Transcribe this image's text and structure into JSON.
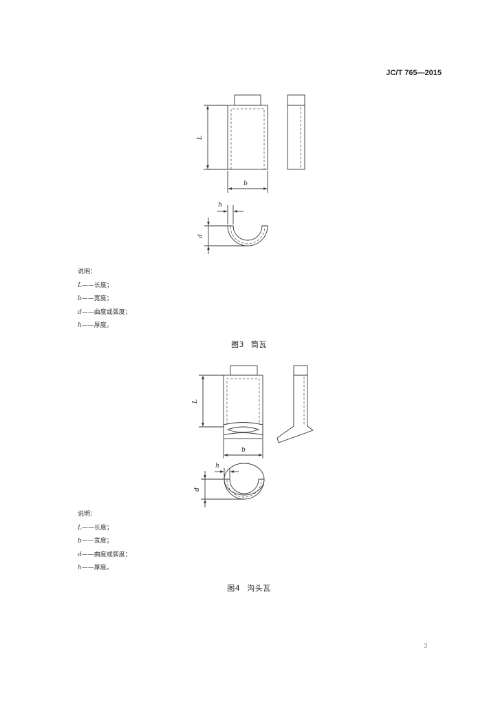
{
  "header": {
    "standard_code": "JC/T 765—2015"
  },
  "figure3": {
    "dims": {
      "L": "L",
      "b": "b",
      "h": "h",
      "d": "d"
    },
    "legend": {
      "title": "说明：",
      "items": [
        {
          "symbol": "L",
          "text": "——长度；"
        },
        {
          "symbol": "b",
          "text": "——宽度；"
        },
        {
          "symbol": "d",
          "text": "——曲度或弧度；"
        },
        {
          "symbol": "h",
          "text": "——厚度。"
        }
      ]
    },
    "caption": {
      "number": "图3",
      "title": "筒瓦"
    }
  },
  "figure4": {
    "dims": {
      "L": "L",
      "b": "b",
      "h": "h",
      "d": "d"
    },
    "legend": {
      "title": "说明：",
      "items": [
        {
          "symbol": "L",
          "text": "——长度；"
        },
        {
          "symbol": "b",
          "text": "——宽度；"
        },
        {
          "symbol": "d",
          "text": "——曲度或弧度；"
        },
        {
          "symbol": "h",
          "text": "——厚度。"
        }
      ]
    },
    "caption": {
      "number": "图4",
      "title": "沟头瓦"
    }
  },
  "footer": {
    "page_number": "3"
  }
}
